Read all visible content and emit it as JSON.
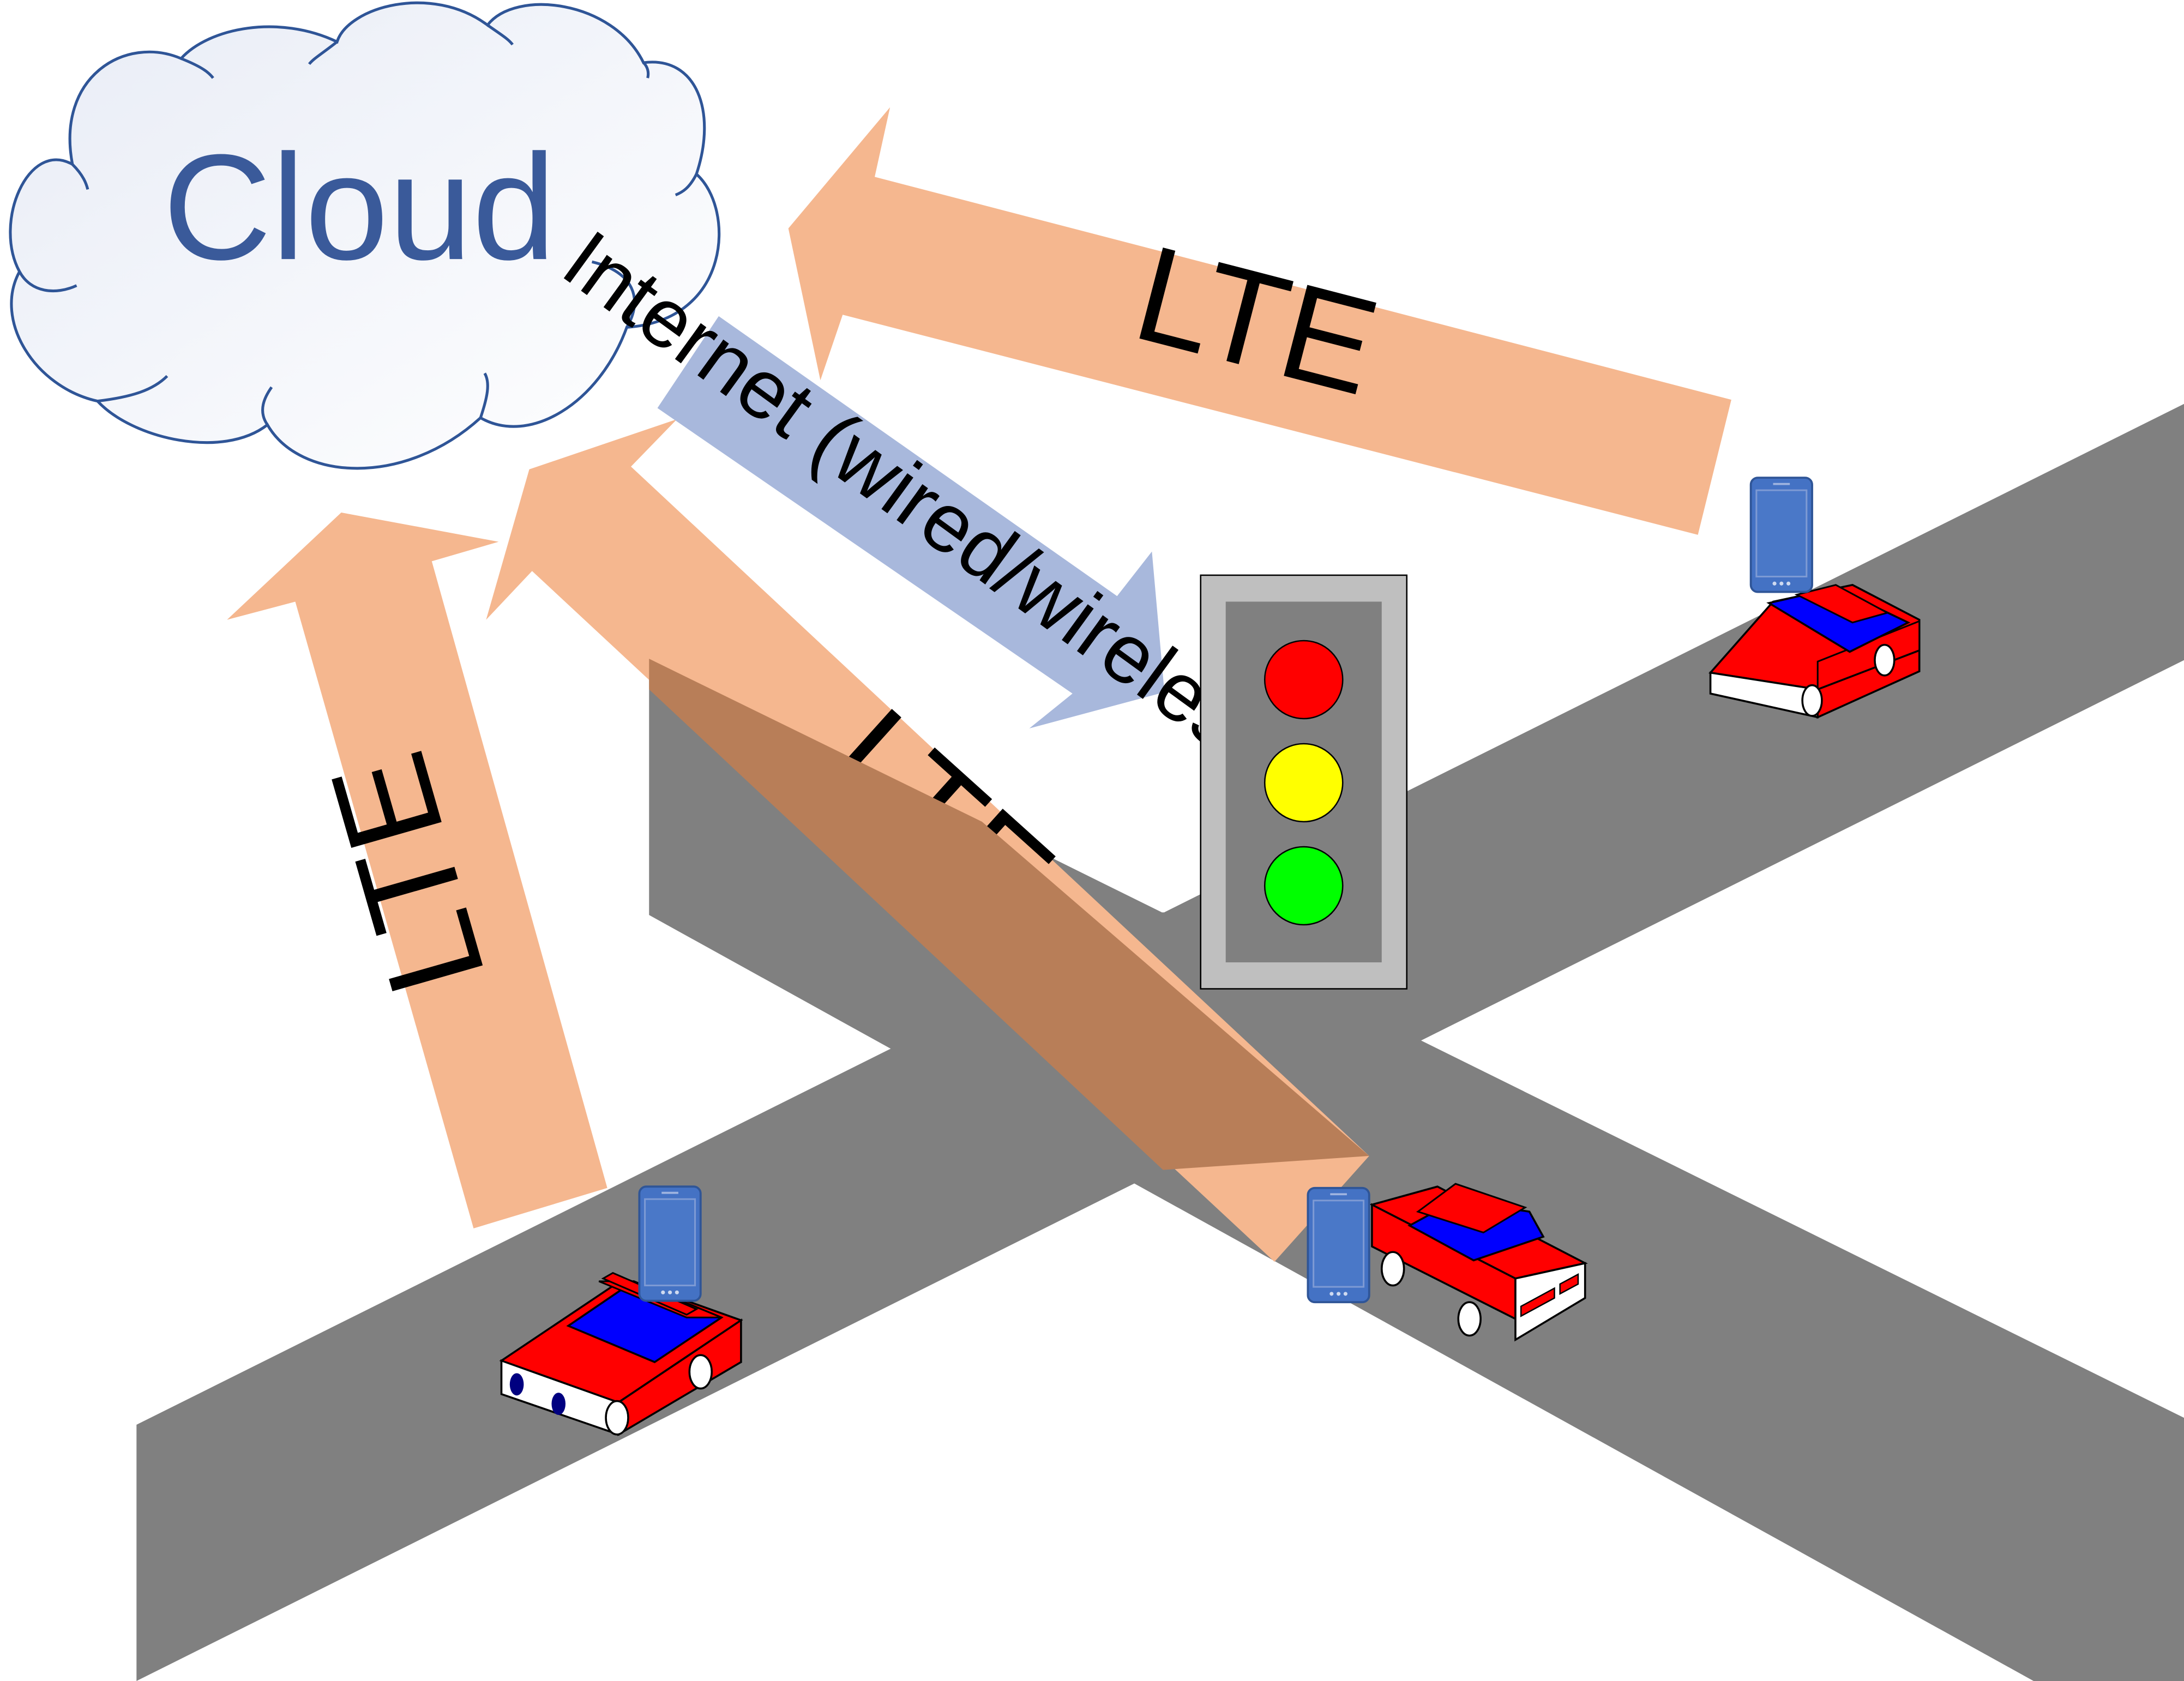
{
  "cloud": {
    "label": "Cloud"
  },
  "links": {
    "lte_top": "LTE",
    "lte_left": "LTE",
    "lte_middle": "LTE",
    "internet": "Internet (wired/wireless)"
  },
  "colors": {
    "road": "#808080",
    "lte_arrow": "#f5b78f",
    "lte_arrow_dark": "#b87e58",
    "internet_arrow": "#a8b8dc",
    "cloud_stroke": "#2f5597",
    "cloud_text": "#3a5a9a",
    "car_body": "#ff0000",
    "car_glass": "#0000ff",
    "phone": "#4472c4",
    "light_red": "#ff0000",
    "light_yellow": "#ffff00",
    "light_green": "#00ff00"
  },
  "icons": {
    "cloud": "cloud-icon",
    "phone": "smartphone-icon",
    "car": "car-icon",
    "traffic_light": "traffic-light-icon"
  }
}
